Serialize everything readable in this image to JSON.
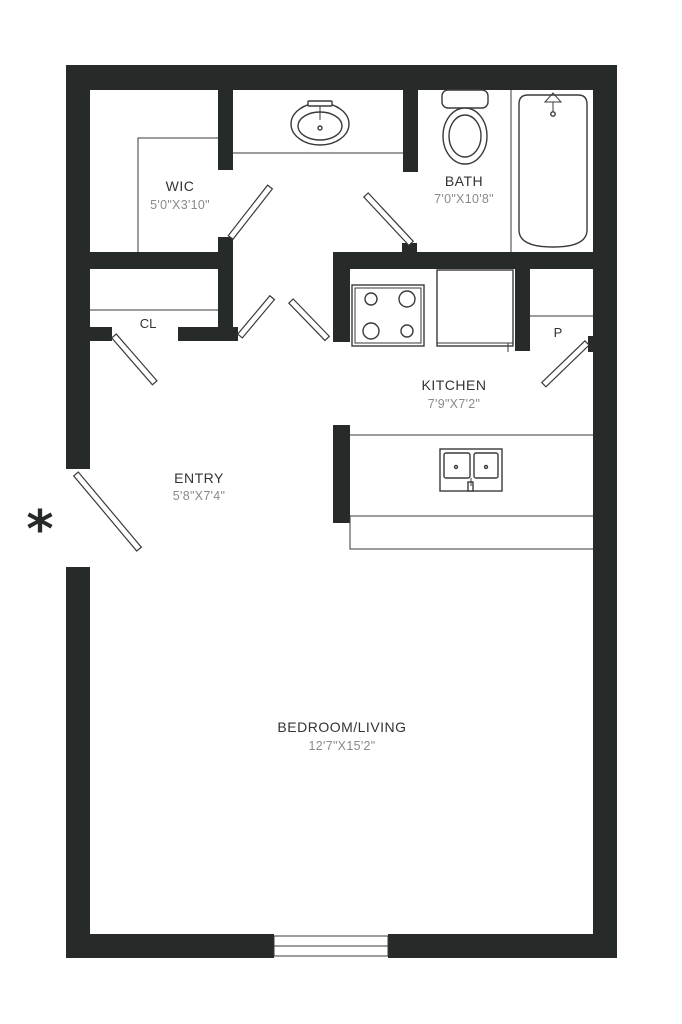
{
  "rooms": {
    "wic": {
      "name": "WIC",
      "dims": "5'0\"X3'10\""
    },
    "bath": {
      "name": "BATH",
      "dims": "7'0\"X10'8\""
    },
    "closet": {
      "name": "CL"
    },
    "pantry": {
      "name": "P"
    },
    "kitchen": {
      "name": "KITCHEN",
      "dims": "7'9\"X7'2\""
    },
    "entry": {
      "name": "ENTRY",
      "dims": "5'8\"X7'4\""
    },
    "bedroom_living": {
      "name": "BEDROOM/LIVING",
      "dims": "12'7\"X15'2\""
    }
  },
  "entrance_marker": "*",
  "colors": {
    "wall": "#262a29",
    "line": "#3a3a3a",
    "label": "#333333",
    "dimension": "#8a8a8a"
  }
}
